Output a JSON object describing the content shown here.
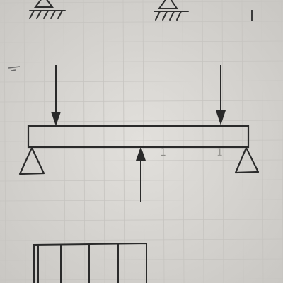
{
  "photo": {
    "paper_color": "#d9d7d3",
    "grid_color": "#c6c4c0",
    "ink_color": "#2a2a2a",
    "faint_ink_color": "#8e8d89"
  },
  "sketch": {
    "beam_marks": [
      "1",
      "1"
    ],
    "arrows": [
      {
        "kind": "load-arrow",
        "direction": "down"
      },
      {
        "kind": "load-arrow",
        "direction": "down"
      },
      {
        "kind": "reaction-arrow",
        "direction": "up"
      }
    ],
    "supports": [
      "pin-support",
      "pin-support"
    ],
    "table_columns": 4
  }
}
